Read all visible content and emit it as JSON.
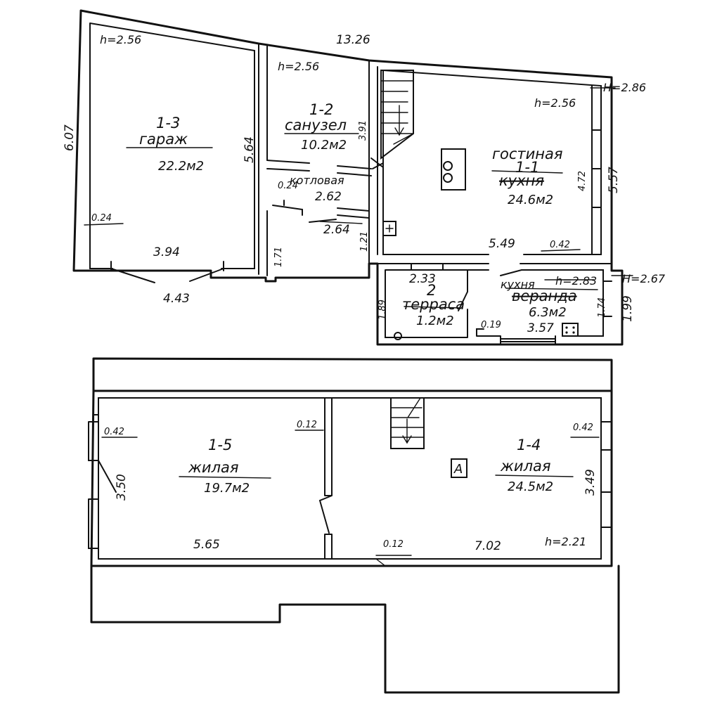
{
  "floor1": {
    "rooms": {
      "garage": {
        "id": "1-3",
        "name": "гараж",
        "area": "22.2м2"
      },
      "bathroom": {
        "id": "1-2",
        "name": "санузел",
        "area": "10.2м2"
      },
      "boiler": {
        "name": "котловая"
      },
      "living": {
        "name": "гостиная",
        "id": "1-1",
        "old_name": "кухня",
        "area": "24.6м2"
      },
      "terrace": {
        "id": "2",
        "name": "терраса",
        "area": "1.2м2"
      },
      "kitchen": {
        "name": "кухня",
        "old_name": "веранда",
        "area": "6.3м2"
      }
    },
    "heights": {
      "garage": "h=2.56",
      "bathroom": "h=2.56",
      "living": "h=2.56",
      "outer_top": "H=2.86",
      "outer_bottom": "H=2.67",
      "kitchen": "h=2.83"
    },
    "dimensions": {
      "top_total": "13.26",
      "left_height": "6.07",
      "garage_width_inner": "3.94",
      "garage_width_outer": "4.43",
      "garage_height": "5.64",
      "garage_wall": "0.24",
      "bathroom_height": "3.91",
      "boiler_wall": "0.24",
      "boiler_width": "2.62",
      "corridor_width": "2.64",
      "boiler_side": "1.71",
      "corridor_side": "1.21",
      "living_height": "4.72",
      "right_outer": "5.57",
      "living_width": "5.49",
      "living_wall": "0.42",
      "terrace_width": "2.33",
      "terrace_side": "1.89",
      "kitchen_wall": "0.19",
      "kitchen_width": "3.57",
      "kitchen_side": "1.74",
      "right_lower_outer": "1.99"
    }
  },
  "floor2": {
    "rooms": {
      "left": {
        "id": "1-5",
        "name": "жилая",
        "area": "19.7м2"
      },
      "right": {
        "id": "1-4",
        "name": "жилая",
        "area": "24.5м2"
      }
    },
    "heights": {
      "attic": "h=2.21"
    },
    "dimensions": {
      "left_wall": "0.42",
      "left_height": "3.50",
      "partition": "0.12",
      "left_width": "5.65",
      "bottom_wall": "0.12",
      "right_width": "7.02",
      "right_wall": "0.42",
      "right_height": "3.49"
    },
    "marker_letter": "А"
  }
}
